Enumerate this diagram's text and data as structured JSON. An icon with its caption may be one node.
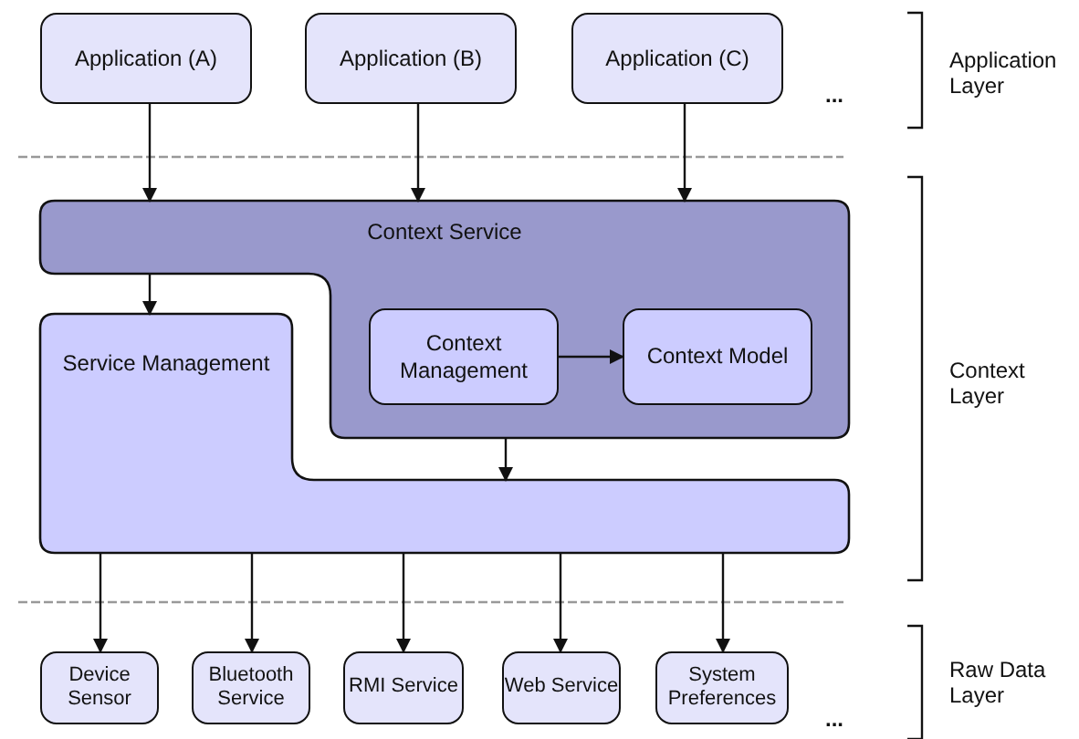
{
  "diagram": {
    "nodes": [
      {
        "text": [
          "Application (A)"
        ]
      },
      {
        "text": [
          "Application (B)"
        ]
      },
      {
        "text": [
          "Application (C)"
        ]
      },
      {
        "text": [
          "Context Service"
        ]
      },
      {
        "text": [
          "Context Management"
        ],
        "in": 3
      },
      {
        "text": [
          "Context Model"
        ],
        "in": 3
      },
      {
        "text": [
          "Service Management"
        ]
      },
      {
        "text": [
          "Device Sensor"
        ]
      },
      {
        "text": [
          "Bluetooth Service"
        ]
      },
      {
        "text": [
          "RMI Service"
        ]
      },
      {
        "text": [
          "Web Service"
        ]
      },
      {
        "text": [
          "System Preferences"
        ]
      }
    ],
    "edges": [
      {
        "from": 0,
        "to": 3,
        "arrow": "to"
      },
      {
        "from": 1,
        "to": 3,
        "arrow": "to"
      },
      {
        "from": 2,
        "to": 3,
        "arrow": "to"
      },
      {
        "from": 3,
        "to": 6,
        "arrow": "to"
      },
      {
        "from": 4,
        "to": 5,
        "arrow": "to"
      },
      {
        "from": 3,
        "to": 6,
        "arrow": "to"
      },
      {
        "from": 6,
        "to": 7,
        "arrow": "to"
      },
      {
        "from": 6,
        "to": 8,
        "arrow": "to"
      },
      {
        "from": 6,
        "to": 9,
        "arrow": "to"
      },
      {
        "from": 6,
        "to": 10,
        "arrow": "to"
      },
      {
        "from": 6,
        "to": 11,
        "arrow": "to"
      }
    ],
    "labels": [
      "...",
      "Application Layer",
      "Context Layer",
      "...",
      "Raw Data Layer"
    ]
  }
}
